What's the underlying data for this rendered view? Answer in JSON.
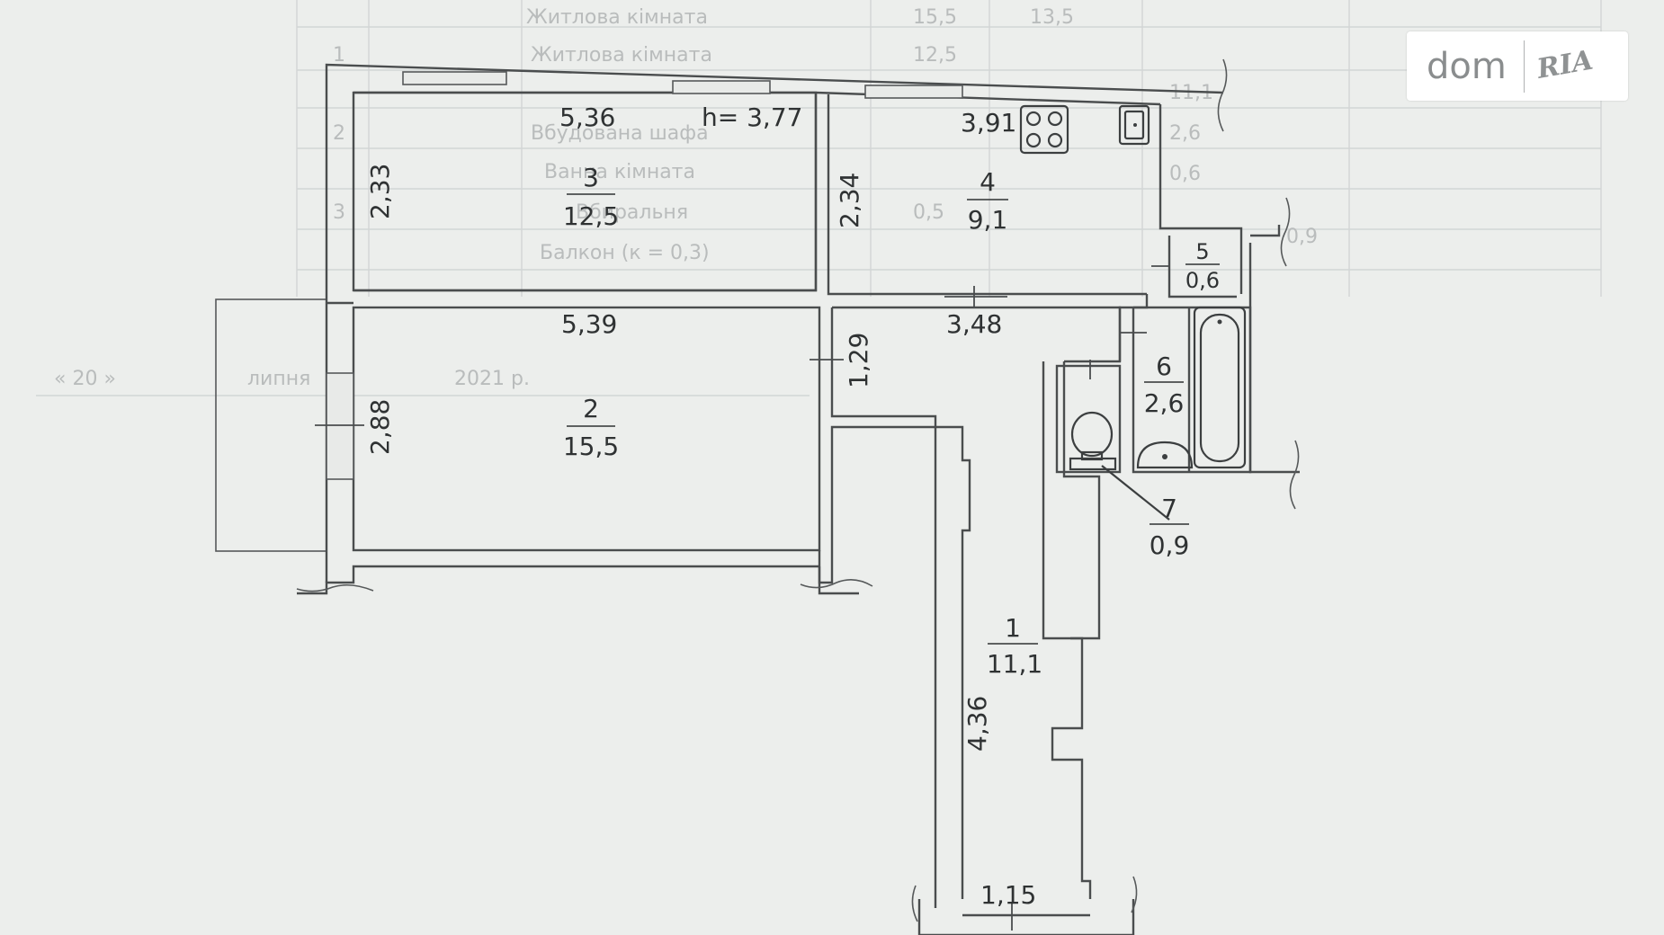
{
  "plan": {
    "height_label": "h= 3,77",
    "rooms": [
      {
        "number": "1",
        "area": "11,1"
      },
      {
        "number": "2",
        "area": "15,5"
      },
      {
        "number": "3",
        "area": "12,5"
      },
      {
        "number": "4",
        "area": "9,1"
      },
      {
        "number": "5",
        "area": "0,6"
      },
      {
        "number": "6",
        "area": "2,6"
      },
      {
        "number": "7",
        "area": "0,9"
      }
    ],
    "dimensions": {
      "room3_width": "5,36",
      "room3_depth": "2,33",
      "room4_width": "3,91",
      "room4_depth": "2,34",
      "room2_width": "5,39",
      "room2_depth": "2,88",
      "hall_width": "3,48",
      "hall_depth": "1,29",
      "corridor_length": "4,36",
      "corridor_width": "1,15"
    },
    "background_text": [
      "Житлова кімната",
      "Житлова кімната",
      "Вбудована шафа",
      "Ванна кімната",
      "Вбиральня",
      "Балкон (к = 0,3)",
      "« 20 »",
      "липня",
      "2021 р.",
      "15,5",
      "12,5",
      "13,5",
      "11,1",
      "0,6",
      "2,6",
      "0,9",
      "0,5",
      "1",
      "2",
      "3"
    ]
  },
  "logo": {
    "left": "dom",
    "right": "RIA"
  },
  "colors": {
    "paper": "#eceeec",
    "ink": "#2f3233",
    "wall": "#4a4d4e",
    "faint": "#b9bcbc"
  }
}
